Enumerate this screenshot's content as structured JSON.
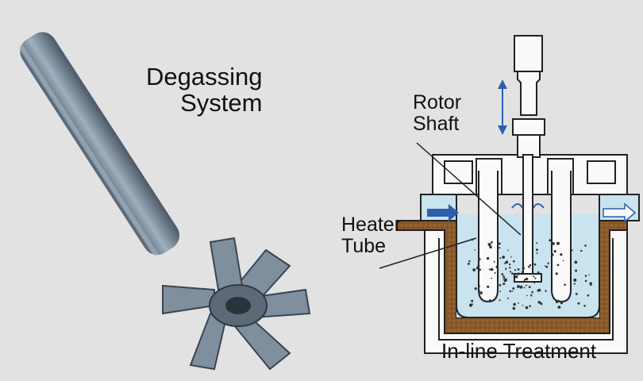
{
  "title": {
    "line1": "Degassing",
    "line2": "System"
  },
  "labels": {
    "rotor_line1": "Rotor",
    "rotor_line2": "Shaft",
    "heater_line1": "Heater",
    "heater_line2": "Tube"
  },
  "caption": "In-line Treatment",
  "icons": {
    "photo": "rotor-shaft-photo",
    "motion": "up-down-arrow-icon",
    "rotation": "rotation-arrows-icon",
    "inflow": "inflow-arrow-icon",
    "outflow": "outflow-arrow-icon"
  },
  "colors": {
    "background": "#e2e2e2",
    "metal": "#7e8f9e",
    "molten_metal": "#c9e3ef",
    "refractory": "#8a5a2a",
    "arrow": "#2d5fb0"
  }
}
